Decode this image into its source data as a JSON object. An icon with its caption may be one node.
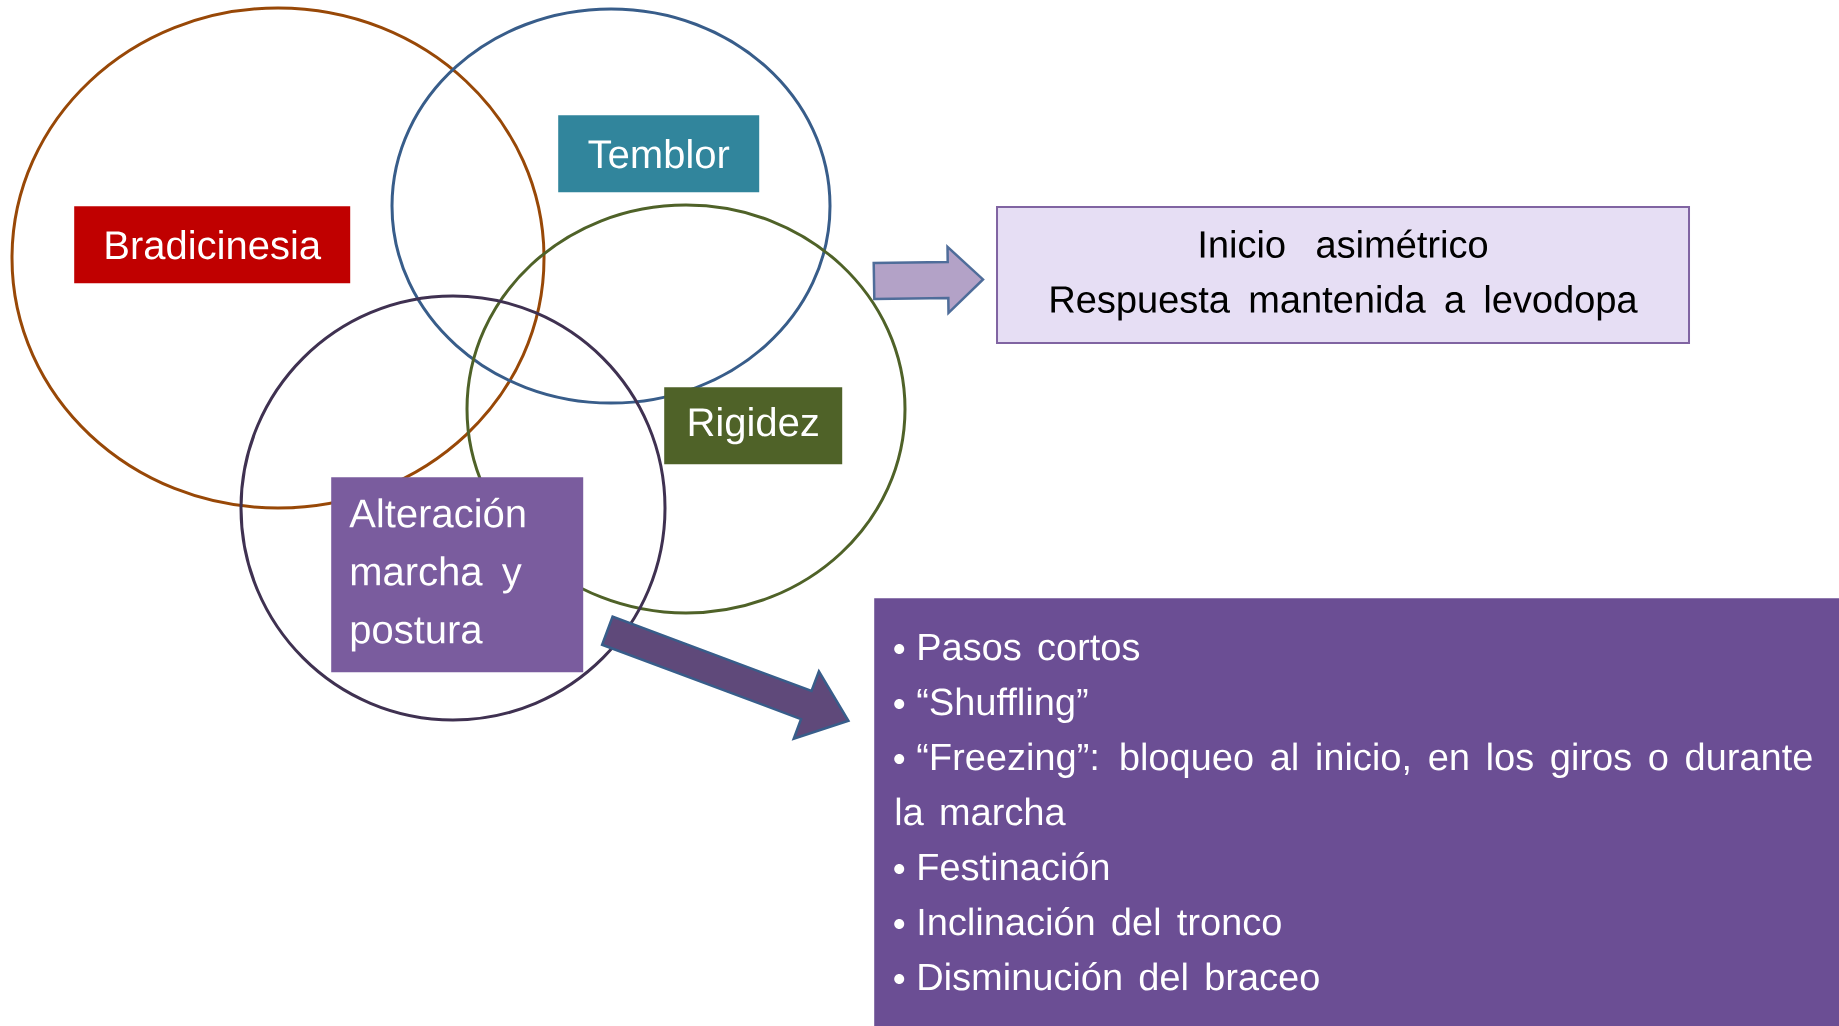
{
  "diagram": {
    "nodes": [
      {
        "text": [
          "Bradicinesia"
        ]
      },
      {
        "text": [
          "Temblor"
        ]
      },
      {
        "text": [
          "Rigidez"
        ]
      },
      {
        "text": [
          "Alteración marcha y postura"
        ]
      },
      {
        "text": [
          "Inicio asimétrico",
          "Respuesta mantenida a levodopa"
        ]
      },
      {
        "text": [
          "Pasos cortos",
          "“Shuffling”",
          "“Freezing”: bloqueo al inicio, en los giros o durante la marcha",
          "Festinación",
          "Inclinación del tronco",
          "Disminución del braceo"
        ]
      }
    ],
    "edges": [
      {
        "from": null,
        "to": 4,
        "arrow": "to"
      },
      {
        "from": 3,
        "to": 5,
        "arrow": "to"
      }
    ]
  }
}
